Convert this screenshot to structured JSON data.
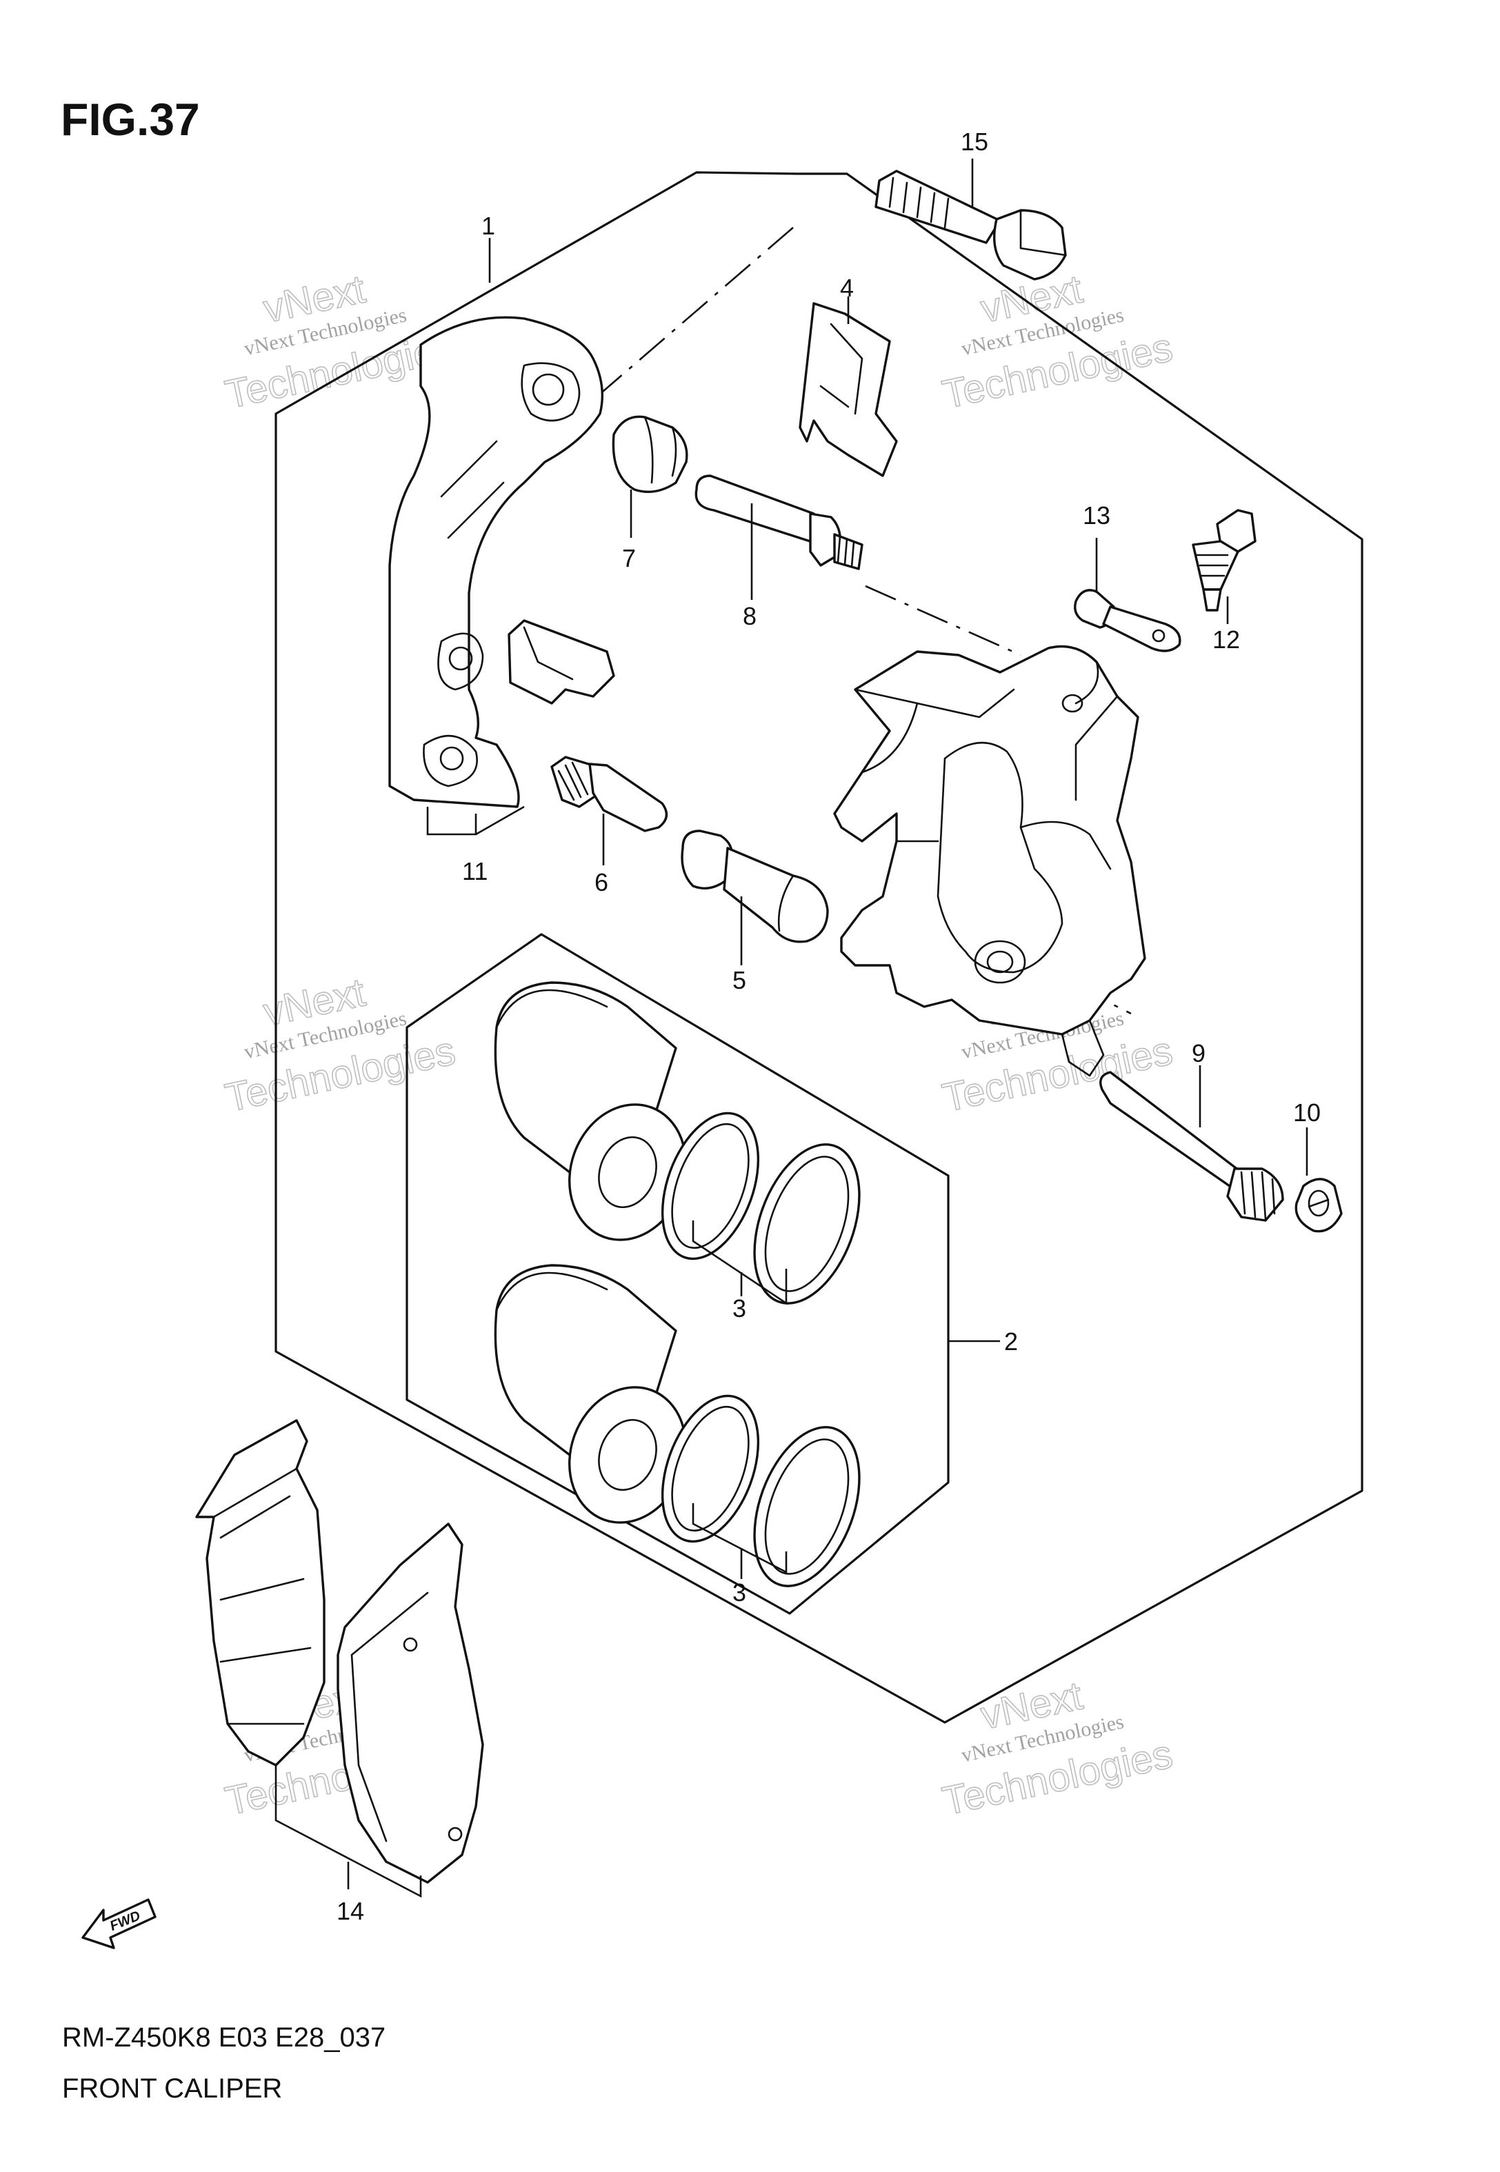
{
  "figure": {
    "title": "FIG.37"
  },
  "callouts": {
    "c1": "1",
    "c2": "2",
    "c3a": "3",
    "c3b": "3",
    "c4": "4",
    "c5": "5",
    "c6": "6",
    "c7": "7",
    "c8": "8",
    "c9": "9",
    "c10": "10",
    "c11": "11",
    "c12": "12",
    "c13": "13",
    "c14": "14",
    "c15": "15"
  },
  "watermark": {
    "small": "vNext Technologies",
    "big": "Technologies",
    "top": "vNext"
  },
  "direction": {
    "label": "FWD"
  },
  "footer": {
    "model_code": "RM-Z450K8 E03 E28_037",
    "title": "FRONT CALIPER"
  },
  "colors": {
    "line": "#111111",
    "background": "#ffffff",
    "watermark": "#888888"
  }
}
